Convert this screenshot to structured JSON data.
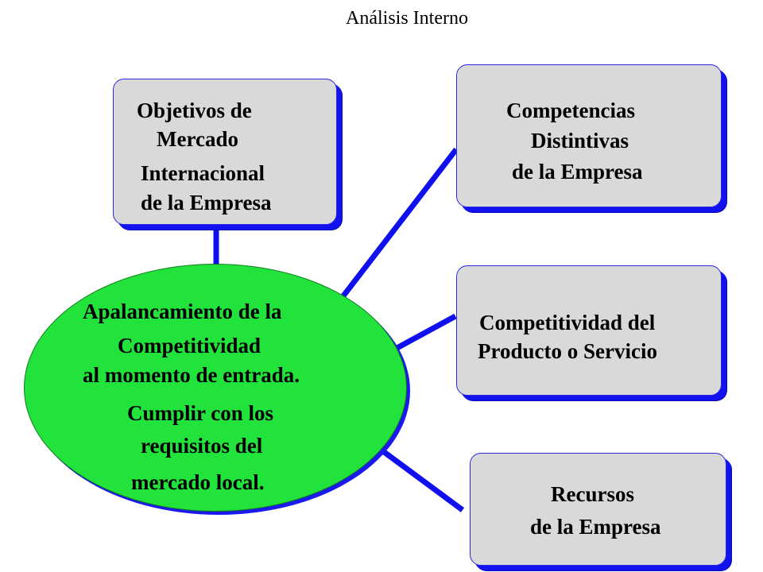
{
  "title": "Análisis Interno",
  "boxes": {
    "objetivos": {
      "lines": [
        "Objetivos de",
        "Mercado",
        "Internacional",
        "de la Empresa"
      ]
    },
    "competencias": {
      "lines": [
        "Competencias",
        "Distintivas",
        "de la Empresa"
      ]
    },
    "competitividad": {
      "lines": [
        "Competitividad del",
        "Producto o Servicio"
      ]
    },
    "recursos": {
      "lines": [
        "Recursos",
        "de la Empresa"
      ]
    }
  },
  "center": {
    "lines": [
      "Apalancamiento de la",
      "Competitividad",
      "al momento de entrada.",
      "Cumplir con los",
      "requisitos del",
      "mercado local."
    ]
  },
  "colors": {
    "box_fill": "#d9d9d9",
    "box_shadow": "#1212f0",
    "ellipse_fill": "#22e33c",
    "connector": "#1010ee"
  }
}
